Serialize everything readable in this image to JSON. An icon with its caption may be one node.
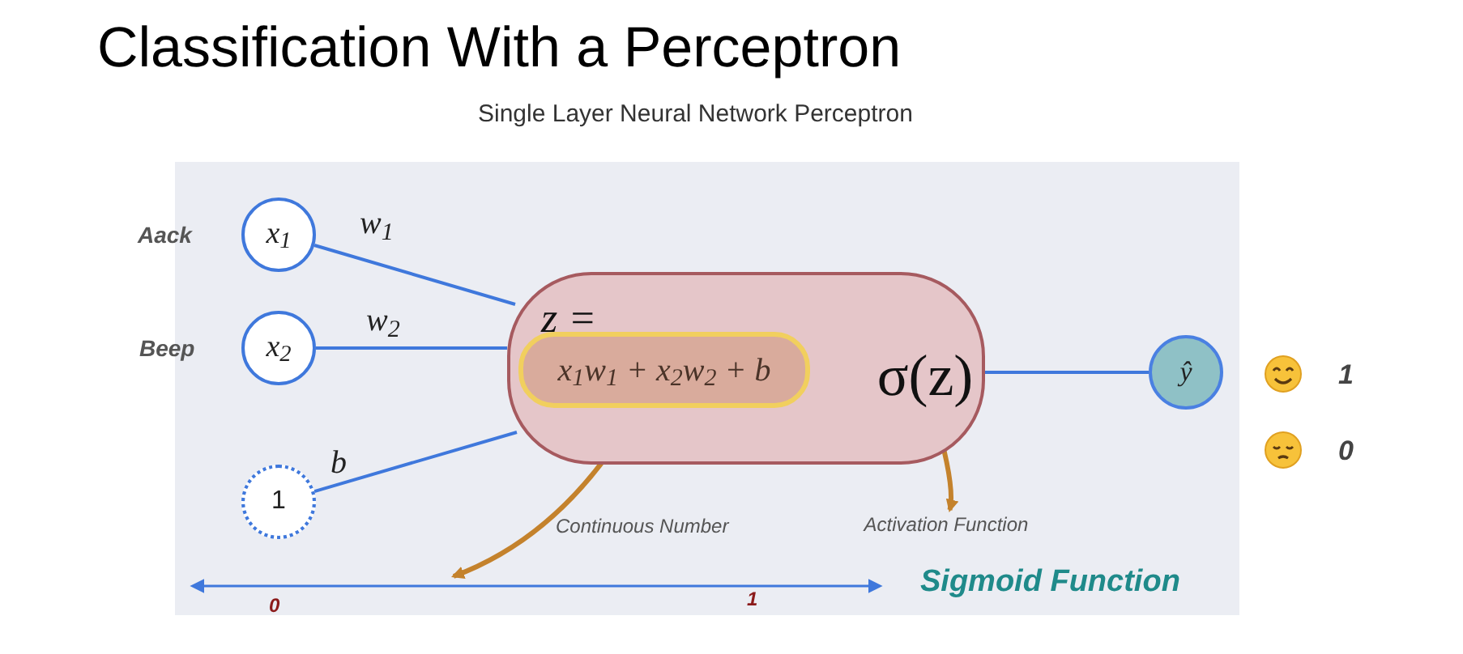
{
  "diagram": {
    "title": "Classification With a Perceptron",
    "nodes": [
      {
        "text": [
          "x$_{1}$"
        ]
      },
      {
        "text": [
          "x$_{2}$"
        ]
      },
      {
        "text": [
          "1"
        ]
      },
      {
        "text": [
          "z ="
        ]
      },
      {
        "text": [
          "x$_{1}$w$_{1}$ + x$_{2}$w$_{2}$ + b"
        ],
        "in": 3
      },
      {
        "text": [
          "σ(z)"
        ],
        "in": 3
      },
      {
        "text": [
          "ŷ"
        ]
      },
      {
        "text": [
          "Activation Function"
        ]
      }
    ],
    "edges": [
      {
        "from": 0,
        "to": 3,
        "arrow": "none",
        "label": "w$_{1}$"
      },
      {
        "from": 1,
        "to": 3,
        "arrow": "none",
        "label": "w$_{2}$"
      },
      {
        "from": 2,
        "to": 3,
        "arrow": "none",
        "label": "b"
      },
      {
        "from": 5,
        "to": 6,
        "arrow": "none"
      },
      {
        "from": 4,
        "to": null,
        "arrow": "to",
        "color": "#c4822c"
      },
      {
        "from": 5,
        "to": 7,
        "arrow": "to",
        "color": "#c4822c"
      }
    ],
    "labels": [
      "Single Layer Neural Network Perceptron",
      "Aack",
      "Beep",
      "1",
      "0",
      "Continuous Number",
      "0",
      "1",
      "Sigmoid Function"
    ]
  }
}
